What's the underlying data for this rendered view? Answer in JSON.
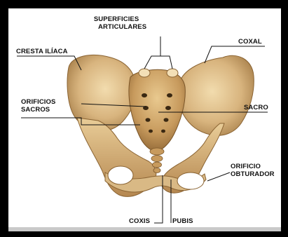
{
  "labels": {
    "superficies_line1": "SUPERFICIES",
    "superficies_line2": "ARTICULARES",
    "cresta_iliaca": "CRESTA ILÍACA",
    "coxal": "COXAL",
    "orificios_line1": "ORIFICIOS",
    "orificios_line2": "SACROS",
    "sacro": "SACRO",
    "orificio_line1": "ORIFICIO",
    "orificio_line2": "OBTURADOR",
    "coxis": "COXIS",
    "pubis": "PUBIS"
  },
  "colors": {
    "frame": "#000000",
    "bone_light": "#e8cfa0",
    "bone_mid": "#c9a068",
    "bone_dark": "#8a6332",
    "leader_line": "#111111"
  }
}
